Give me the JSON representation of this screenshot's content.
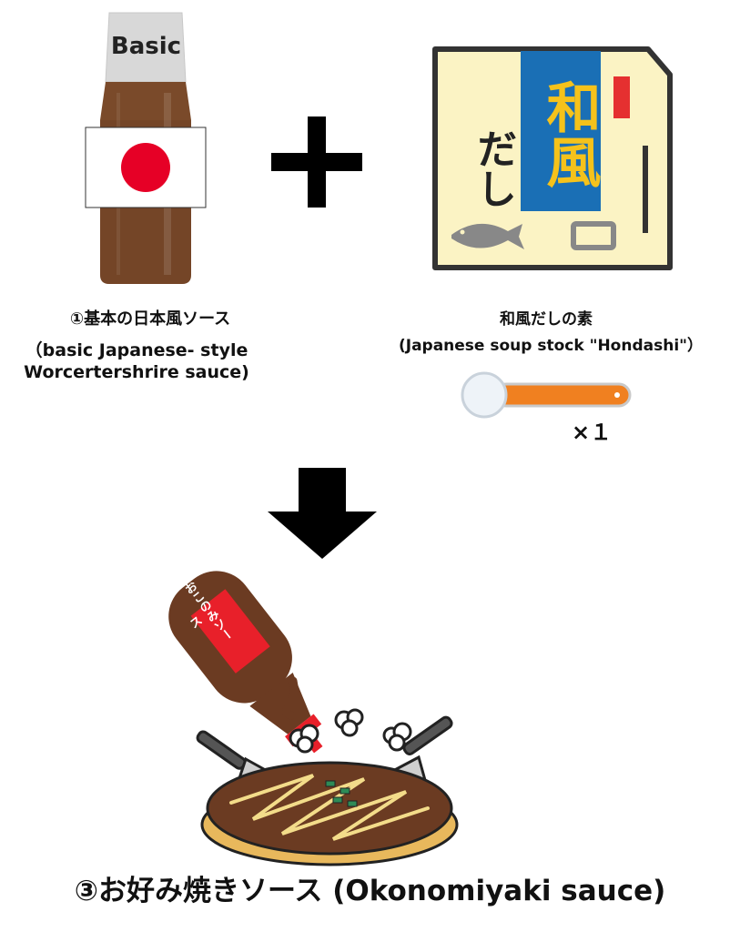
{
  "sauce_bottle": {
    "cap_text": "Basic",
    "title_jp": "①基本の日本風ソース",
    "title_en_line1": "（basic Japanese- style",
    "title_en_line2": "Worcertershrire sauce)"
  },
  "dashi_packet": {
    "big_text": "和風",
    "side_text": "だし",
    "title_jp": "和風だしの素",
    "title_en": "(Japanese soup stock \"Hondashi\"）",
    "spoon_qty": "×１"
  },
  "final_bottle_label": "おこのみソース",
  "final_title": "③お好み焼きソース (Okonomiyaki sauce)",
  "colors": {
    "sauce_brown": "#7a4a2a",
    "flag_red": "#e60026",
    "packet_cream": "#fbf3c4",
    "packet_blue": "#1a6fb5",
    "spoon_orange": "#f08020",
    "bottle_red": "#e8202a"
  }
}
